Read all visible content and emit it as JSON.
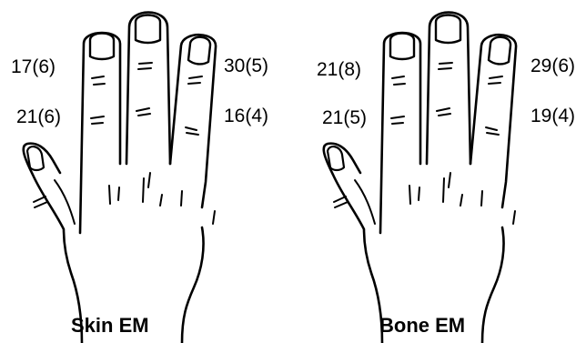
{
  "panels": [
    {
      "title": "Skin EM",
      "values": {
        "upper_left": "17(6)",
        "lower_left": "21(6)",
        "upper_right": "30(5)",
        "lower_right": "16(4)"
      }
    },
    {
      "title": "Bone EM",
      "values": {
        "upper_left": "21(8)",
        "lower_left": "21(5)",
        "upper_right": "29(6)",
        "lower_right": "19(4)"
      }
    }
  ]
}
